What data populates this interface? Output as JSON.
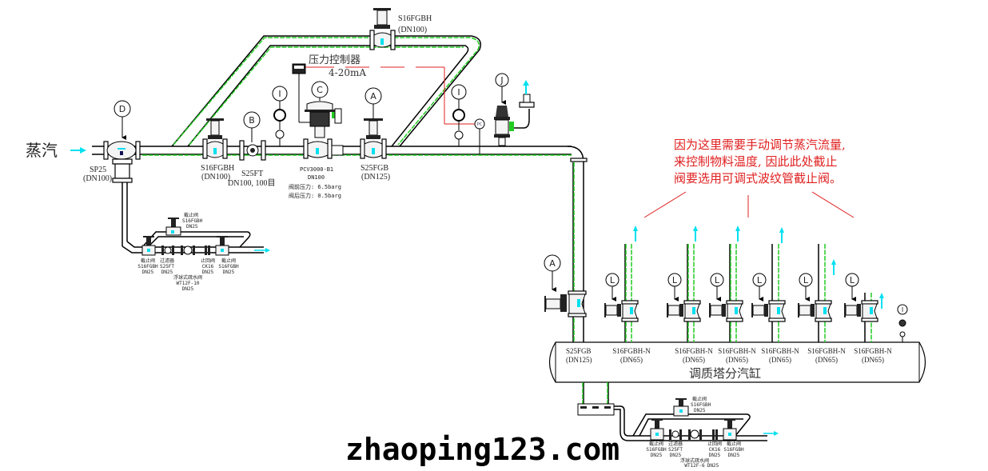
{
  "inlet": {
    "label": "蒸汽"
  },
  "tags": {
    "D": "D",
    "B": "B",
    "C": "C",
    "A1": "A",
    "A2": "A",
    "I": "I",
    "J": "J",
    "L": "L",
    "PC": "PC"
  },
  "controller": {
    "title": "压力控制器",
    "signal": "4-20mA"
  },
  "main_line": {
    "separator": {
      "model": "SP25",
      "size": "(DN100)"
    },
    "valve_1": {
      "model": "S16FGBH",
      "size": "(DN100)"
    },
    "strainer": {
      "model": "S25FT",
      "size": "DN100, 100目"
    },
    "control_valve": {
      "model": "PCV3000-B1",
      "size": "DN100",
      "p_in": "阀前压力: 6.5barg",
      "p_out": "阀后压力: 0.5barg"
    },
    "valve_2": {
      "model": "S25FGB",
      "size": "(DN125)"
    },
    "bypass_valve": {
      "model": "S16FGBH",
      "size": "(DN100)"
    }
  },
  "trap_set_1": {
    "bypass": {
      "name": "截止阀",
      "model": "S16FGBH",
      "size": "DN25"
    },
    "items": [
      {
        "name": "截止阀",
        "model": "S16FGBH",
        "size": "DN25"
      },
      {
        "name": "过滤器",
        "model": "S25FT",
        "size": "DN25"
      },
      {
        "name": "浮球式疏水阀",
        "model": "WT12F-10",
        "size": "DN25"
      },
      {
        "name": "止回阀",
        "model": "CK16",
        "size": "DN25"
      },
      {
        "name": "截止阀",
        "model": "S16FGBH",
        "size": "DN25"
      }
    ]
  },
  "trap_set_2": {
    "bypass": {
      "name": "截止阀",
      "model": "S16FGBH",
      "size": "DN25"
    },
    "items": [
      {
        "name": "截止阀",
        "model": "S16FGBH",
        "size": "DN25"
      },
      {
        "name": "过滤器",
        "model": "S25FT",
        "size": "DN25"
      },
      {
        "name": "浮球式疏水阀",
        "model": "WT12F-6",
        "size": "DN25"
      },
      {
        "name": "止回阀",
        "model": "CK16",
        "size": "DN25"
      },
      {
        "name": "截止阀",
        "model": "S16FGBH",
        "size": "DN25"
      }
    ]
  },
  "note": {
    "lines": [
      "因为这里需要手动调节蒸汽流量,",
      "来控制物料温度, 因此此处截止",
      "阀要选用可调式波纹管截止阀。"
    ]
  },
  "header": {
    "name": "调质塔分汽缸",
    "inlet_valve": {
      "model": "S25FGB",
      "size": "(DN125)"
    },
    "outlets": [
      {
        "model": "S16FGBH-N",
        "size": "(DN65)"
      },
      {
        "model": "S16FGBH-N",
        "size": "(DN65)"
      },
      {
        "model": "S16FGBH-N",
        "size": "(DN65)"
      },
      {
        "model": "S16FGBH-N",
        "size": "(DN65)"
      },
      {
        "model": "S16FGBH-N",
        "size": "(DN65)"
      },
      {
        "model": "S16FGBH-N",
        "size": "(DN65)"
      }
    ]
  },
  "watermark": "zhaoping123.com",
  "colors": {
    "pipe": "#000000",
    "condensate": "#22cc22",
    "flow": "#00e0f0",
    "note": "#e02020"
  }
}
